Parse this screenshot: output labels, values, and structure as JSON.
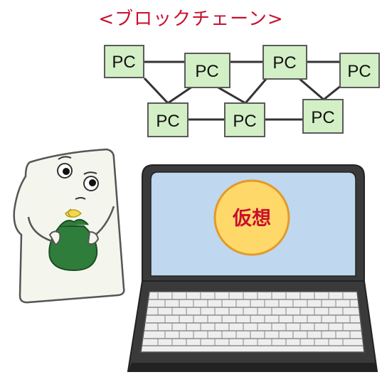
{
  "title": "<ブロックチェーン>",
  "pc_label": "PC",
  "coin_label": "仮想",
  "colors": {
    "title": "#c8102e",
    "pc_fill": "#d3efc6",
    "pc_border": "#5a5a5a",
    "screen": "#bfd8ef",
    "laptop_body": "#3a3a3a",
    "coin_fill": "#ffd86a",
    "coin_border": "#e39a2a",
    "coin_text": "#c8102e",
    "bag_green": "#2f7d3a",
    "character_paper": "#f4f6ee"
  }
}
